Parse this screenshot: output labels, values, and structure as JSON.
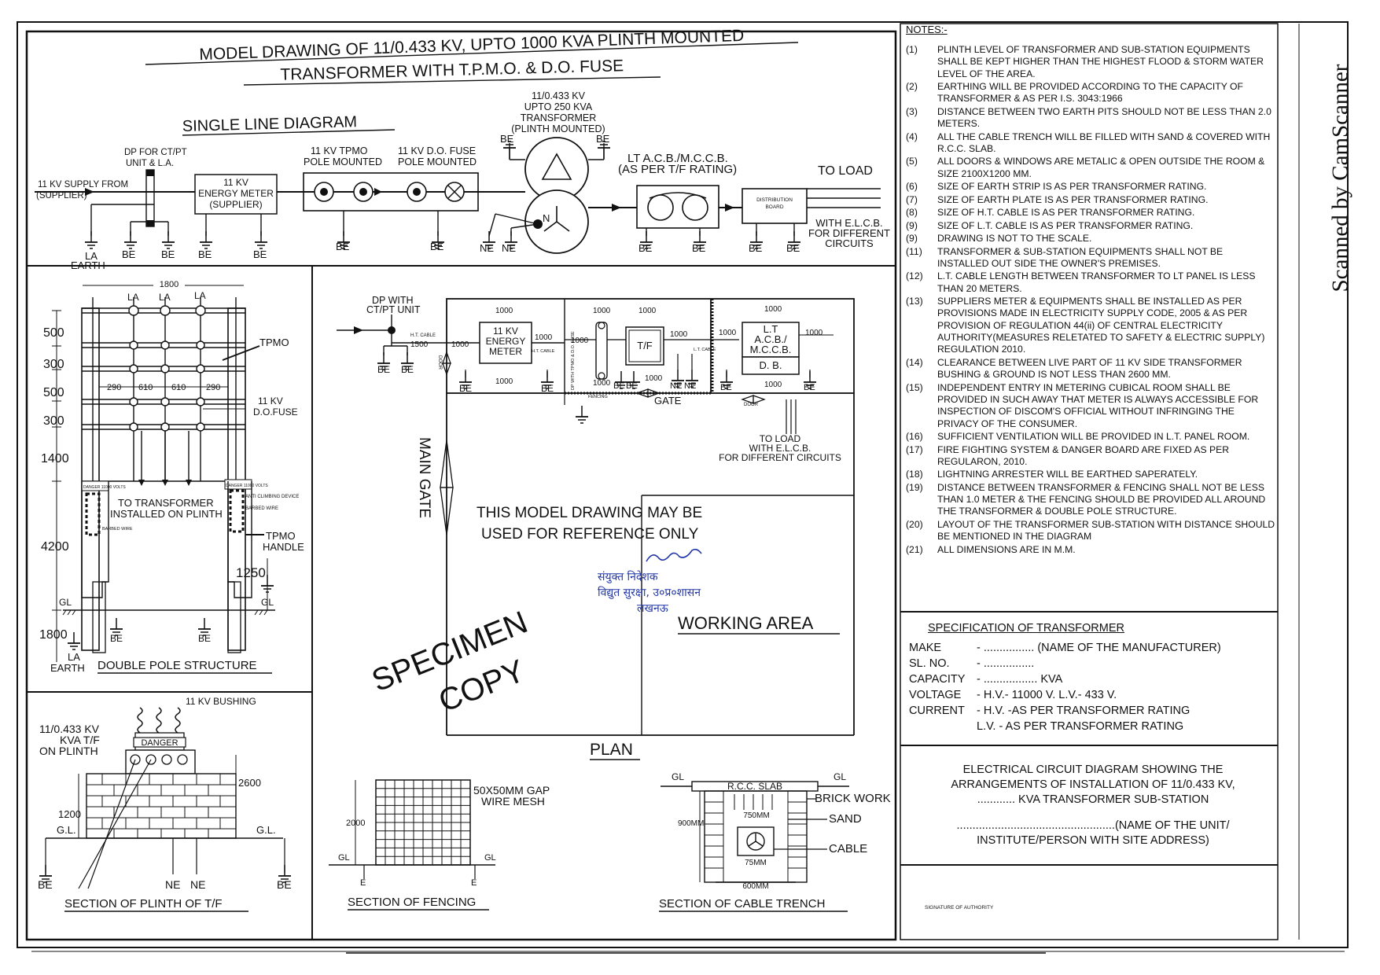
{
  "title": {
    "line1": "MODEL DRAWING OF 11/0.433 KV, UPTO 1000 KVA PLINTH MOUNTED",
    "line2": "TRANSFORMER WITH T.P.M.O. & D.O. FUSE"
  },
  "sld": {
    "heading": "SINGLE LINE DIAGRAM",
    "supply_line1": "11 KV SUPPLY FROM",
    "supply_line2": "(SUPPLIER)",
    "dp_line1": "DP FOR CT/PT",
    "dp_line2": "UNIT & L.A.",
    "meter_line1": "11 KV",
    "meter_line2": "ENERGY METER",
    "meter_line3": "(SUPPLIER)",
    "tpmo_line1": "11 KV  TPMO",
    "tpmo_line2": "POLE MOUNTED",
    "dofuse_line1": "11 KV D.O. FUSE",
    "dofuse_line2": "POLE MOUNTED",
    "tf_line1": "11/0.433 KV",
    "tf_line2": "UPTO 250 KVA",
    "tf_line3": "TRANSFORMER",
    "tf_line4": "(PLINTH MOUNTED)",
    "lt_line1": "LT A.C.B./M.C.C.B.",
    "lt_line2": "(AS PER T/F RATING)",
    "to_load": "TO  LOAD",
    "db_line1": "DISTRIBUTION",
    "db_line2": "BOARD",
    "elcb_line1": "WITH E.L.C.B.",
    "elcb_line2": "FOR DIFFERENT",
    "elcb_line3": "CIRCUITS",
    "la": "LA",
    "earth": "EARTH",
    "be": "BE",
    "ne": "NE",
    "n": "N"
  },
  "dps": {
    "top_dim": "1800",
    "la": "LA",
    "tpmo": "TPMO",
    "dofuse_line1": "11 KV",
    "dofuse_line2": "D.O.FUSE",
    "dims": [
      "500",
      "300",
      "500",
      "300",
      "1400",
      "4200",
      "1800"
    ],
    "spacing": [
      "290",
      "610",
      "610",
      "290"
    ],
    "to_tf_line1": "TO TRANSFORMER",
    "to_tf_line2": "INSTALLED ON PLINTH",
    "danger_left": "DANGER 11000 VOLTS",
    "danger_right": "DANGER 11000 VOLTS",
    "anti_climb": "ANTI CLIMBING DEVICE",
    "barbed_left": "BARBED WIRE",
    "barbed_right": "BARBED WIRE",
    "tpmo_handle_line1": "TPMO",
    "tpmo_handle_line2": "HANDLE",
    "handle_dim": "1250",
    "gl": "GL",
    "be": "BE",
    "la_earth_line1": "LA",
    "la_earth_line2": "EARTH",
    "caption": "DOUBLE POLE STRUCTURE"
  },
  "plan": {
    "dp_line1": "DP WITH",
    "dp_line2": "CT/PT UNIT",
    "ht_cable": "H.T. CABLE",
    "dim_1500": "1500",
    "dim_1000": "1000",
    "door": "DOOR",
    "meter_line1": "11 KV",
    "meter_line2": "ENERGY",
    "meter_line3": "METER",
    "tf": "T/F",
    "lt_cable": "L.T. CABLE",
    "acb_line1": "L.T",
    "acb_line2": "A.C.B./",
    "acb_line3": "M.C.C.B.",
    "db": "D. B.",
    "fencing": "FENCING",
    "gate": "GATE",
    "dp_tpmo": "DP WITH TPMO & D.O. FUSE",
    "to_load_line1": "TO LOAD",
    "to_load_line2": "WITH E.L.C.B.",
    "to_load_line3": "FOR DIFFERENT CIRCUITS",
    "main_gate": "MAIN GATE",
    "ref_line1": "THIS MODEL DRAWING MAY BE",
    "ref_line2": "USED FOR REFERENCE ONLY",
    "working_area": "WORKING  AREA",
    "caption": "PLAN",
    "be": "BE",
    "ne": "NE"
  },
  "stamp": {
    "line1": "SPECIMEN",
    "line2": "COPY",
    "hindi_line1": "संयुक्त निदेशक",
    "hindi_line2": "विद्युत सुरक्षा, उ०प्र०शासन",
    "hindi_line3": "लखनऊ"
  },
  "plinth": {
    "tf_line1": "11/0.433 KV",
    "tf_line2": "KVA T/F",
    "tf_line3": "ON PLINTH",
    "bushing": "11 KV BUSHING",
    "danger": "DANGER",
    "dim_2600": "2600",
    "dim_1200": "1200",
    "gl": "G.L.",
    "be": "BE",
    "ne": "NE",
    "caption": "SECTION  OF  PLINTH OF T/F"
  },
  "fencing": {
    "mesh_line1": "50X50MM GAP",
    "mesh_line2": "WIRE MESH",
    "dim_2000": "2000",
    "gl": "GL",
    "e": "E",
    "caption": "SECTION OF FENCING"
  },
  "trench": {
    "rcc": "R.C.C. SLAB",
    "brick": "BRICK WORK",
    "sand": "SAND",
    "cable": "CABLE",
    "dim_900": "900MM",
    "dim_750": "750MM",
    "dim_75": "75MM",
    "dim_600": "600MM",
    "gl": "GL",
    "caption": "SECTION OF CABLE TRENCH"
  },
  "notes": {
    "heading": "NOTES:-",
    "items": [
      {
        "num": "(1)",
        "text": "PLINTH LEVEL OF TRANSFORMER AND SUB-STATION EQUIPMENTS SHALL BE KEPT HIGHER THAN THE HIGHEST FLOOD & STORM WATER LEVEL OF THE AREA."
      },
      {
        "num": "(2)",
        "text": "EARTHING WILL BE PROVIDED ACCORDING TO THE CAPACITY OF TRANSFORMER & AS PER I.S. 3043:1966"
      },
      {
        "num": "(3)",
        "text": "DISTANCE BETWEEN TWO EARTH PITS SHOULD NOT BE LESS THAN 2.0 METERS."
      },
      {
        "num": "(4)",
        "text": "ALL THE CABLE TRENCH WILL BE FILLED WITH SAND & COVERED WITH R.C.C. SLAB."
      },
      {
        "num": "(5)",
        "text": "ALL DOORS & WINDOWS ARE METALIC & OPEN OUTSIDE THE ROOM & SIZE 2100X1200 MM."
      },
      {
        "num": "(6)",
        "text": "SIZE OF EARTH STRIP IS AS PER TRANSFORMER RATING."
      },
      {
        "num": "(7)",
        "text": "SIZE OF EARTH PLATE IS AS PER TRANSFORMER RATING."
      },
      {
        "num": "(8)",
        "text": "SIZE OF H.T. CABLE IS AS PER TRANSFORMER RATING."
      },
      {
        "num": "(9)",
        "text": "SIZE OF L.T. CABLE IS AS PER TRANSFORMER RATING."
      },
      {
        "num": "(9)",
        "text": "DRAWING IS NOT TO THE SCALE."
      },
      {
        "num": "(11)",
        "text": "TRANSFORMER & SUB-STATION EQUIPMENTS SHALL NOT BE  INSTALLED OUT SIDE THE OWNER'S PREMISES."
      },
      {
        "num": "(12)",
        "text": "L.T. CABLE LENGTH BETWEEN TRANSFORMER TO LT PANEL IS LESS THAN 20 METERS."
      },
      {
        "num": "(13)",
        "text": "SUPPLIERS METER & EQUIPMENTS SHALL BE INSTALLED AS PER PROVISIONS MADE IN ELECTRICITY SUPPLY CODE, 2005 & AS PER PROVISION OF REGULATION 44(ii) OF CENTRAL ELECTRICITY AUTHORITY(MEASURES RELETATED TO SAFETY & ELECTRIC SUPPLY) REGULATION 2010."
      },
      {
        "num": "(14)",
        "text": "CLEARANCE BETWEEN LIVE PART OF 11 KV SIDE TRANSFORMER BUSHING & GROUND IS NOT LESS THAN 2600 MM."
      },
      {
        "num": "(15)",
        "text": "INDEPENDENT ENTRY IN METERING CUBICAL ROOM SHALL BE PROVIDED IN SUCH AWAY THAT METER IS ALWAYS ACCESSIBLE FOR INSPECTION OF DISCOM'S OFFICIAL WITHOUT INFRINGING THE PRIVACY OF THE CONSUMER."
      },
      {
        "num": "(16)",
        "text": "SUFFICIENT VENTILATION WILL BE PROVIDED IN L.T. PANEL ROOM."
      },
      {
        "num": "(17)",
        "text": "FIRE FIGHTING SYSTEM & DANGER BOARD ARE FIXED AS PER REGULARON, 2010."
      },
      {
        "num": "(18)",
        "text": "LIGHTNING ARRESTER WILL BE EARTHED SAPERATELY."
      },
      {
        "num": "(19)",
        "text": "DISTANCE BETWEEN TRANSFORMER & FENCING SHALL NOT BE LESS THAN 1.0 METER & THE FENCING SHOULD BE PROVIDED ALL AROUND THE TRANSFORMER & DOUBLE POLE STRUCTURE."
      },
      {
        "num": "(20)",
        "text": "LAYOUT OF THE TRANSFORMER SUB-STATION WITH DISTANCE SHOULD BE MENTIONED IN THE DIAGRAM"
      },
      {
        "num": "(21)",
        "text": "ALL DIMENSIONS ARE IN M.M."
      }
    ]
  },
  "specification": {
    "title": "SPECIFICATION OF TRANSFORMER",
    "rows": [
      {
        "label": "MAKE",
        "value": "- ................  (NAME OF THE MANUFACTURER)"
      },
      {
        "label": "SL. NO.",
        "value": "- ................"
      },
      {
        "label": "CAPACITY",
        "value": "- ................. KVA"
      },
      {
        "label": "VOLTAGE",
        "value": "- H.V.- 11000 V.  L.V.- 433 V."
      },
      {
        "label": "CURRENT",
        "value": "- H.V. -AS PER TRANSFORMER RATING"
      },
      {
        "label": "",
        "value": "  L.V. - AS PER TRANSFORMER RATING"
      }
    ]
  },
  "circuit": {
    "line1": "ELECTRICAL CIRCUIT DIAGRAM SHOWING THE",
    "line2": "ARRANGEMENTS OF INSTALLATION OF 11/0.433 KV,",
    "line3": "............ KVA TRANSFORMER SUB-STATION",
    "line4": "..................................................(NAME OF THE UNIT/",
    "line5": "INSTITUTE/PERSON WITH SITE ADDRESS)"
  },
  "signature": "SIGNATURE OF AUTHORITY",
  "scanner": "Scanned by CamScanner"
}
